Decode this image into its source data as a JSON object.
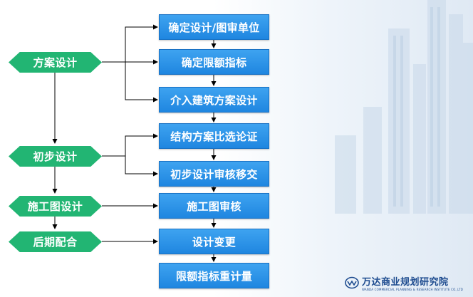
{
  "phases": [
    {
      "label": "方案设计"
    },
    {
      "label": "初步设计"
    },
    {
      "label": "施工图设计"
    },
    {
      "label": "后期配合"
    }
  ],
  "steps": [
    {
      "label": "确定设计/图审单位"
    },
    {
      "label": "确定限额指标"
    },
    {
      "label": "介入建筑方案设计"
    },
    {
      "label": "结构方案比选论证"
    },
    {
      "label": "初步设计审核移交"
    },
    {
      "label": "施工图审核"
    },
    {
      "label": "设计变更"
    },
    {
      "label": "限额指标重计量"
    }
  ],
  "logo": {
    "title": "万达商业规划研究院",
    "subtitle": "WANDA COMMERCIAL PLANNING & RESEARCH INSTITUTE CO.,LTD"
  },
  "colors": {
    "phase": "#22b573",
    "step": "#2a94e8",
    "line": "#000000"
  }
}
